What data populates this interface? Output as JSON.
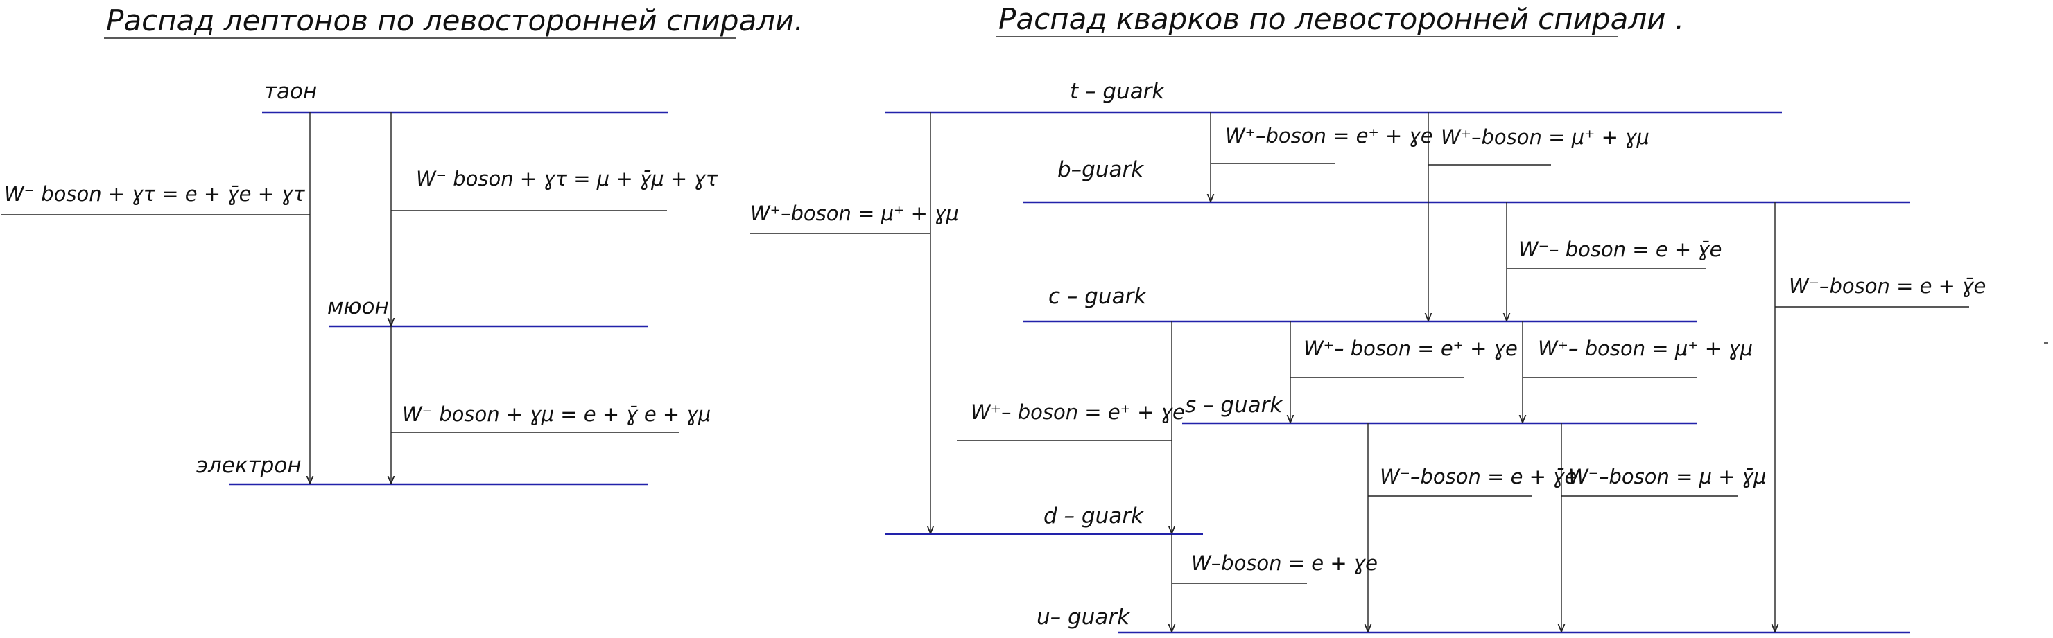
{
  "titles": {
    "leptons": "Распад лептонов по левосторонней спирали.",
    "quarks": "Распад кварков по левосторонней спирали ."
  },
  "leptons": {
    "levels": {
      "tau": "таон",
      "muon": "мюон",
      "electron": "электрон"
    },
    "reactions": {
      "tau_to_electron": "W⁻ boson + ɣτ = e + ɣ̄e + ɣτ",
      "tau_to_muon": "W⁻ boson + ɣτ = μ + ɣ̄μ + ɣτ",
      "muon_to_electron": "W⁻ boson + ɣμ = e + ɣ̄ e + ɣμ"
    }
  },
  "quarks": {
    "levels": {
      "t": "t – guark",
      "b": "b–guark",
      "c": "c – guark",
      "s": "s – guark",
      "d": "d – guark",
      "u": "u– guark"
    },
    "reactions": {
      "t_to_d": "W⁺–boson = μ⁺ + ɣμ",
      "t_to_b_e": "W⁺–boson = e⁺ + ɣe",
      "t_to_b_mu": "W⁺–boson = μ⁺ + ɣμ",
      "b_to_c": "W⁻– boson = e + ɣ̄e",
      "b_to_u": "W⁻–boson = e + ɣ̄e",
      "c_to_s_e": "W⁺– boson = e⁺ + ɣe",
      "c_to_s_mu": "W⁺– boson = μ⁺ + ɣμ",
      "c_to_d": "W⁺– boson = e⁺ + ɣe",
      "s_to_u_e": "W⁻–boson = e + ɣ̄e",
      "s_to_u_mu": "W⁻–boson = μ + ɣ̄μ",
      "d_to_u": "W–boson = e + ɣe"
    }
  }
}
